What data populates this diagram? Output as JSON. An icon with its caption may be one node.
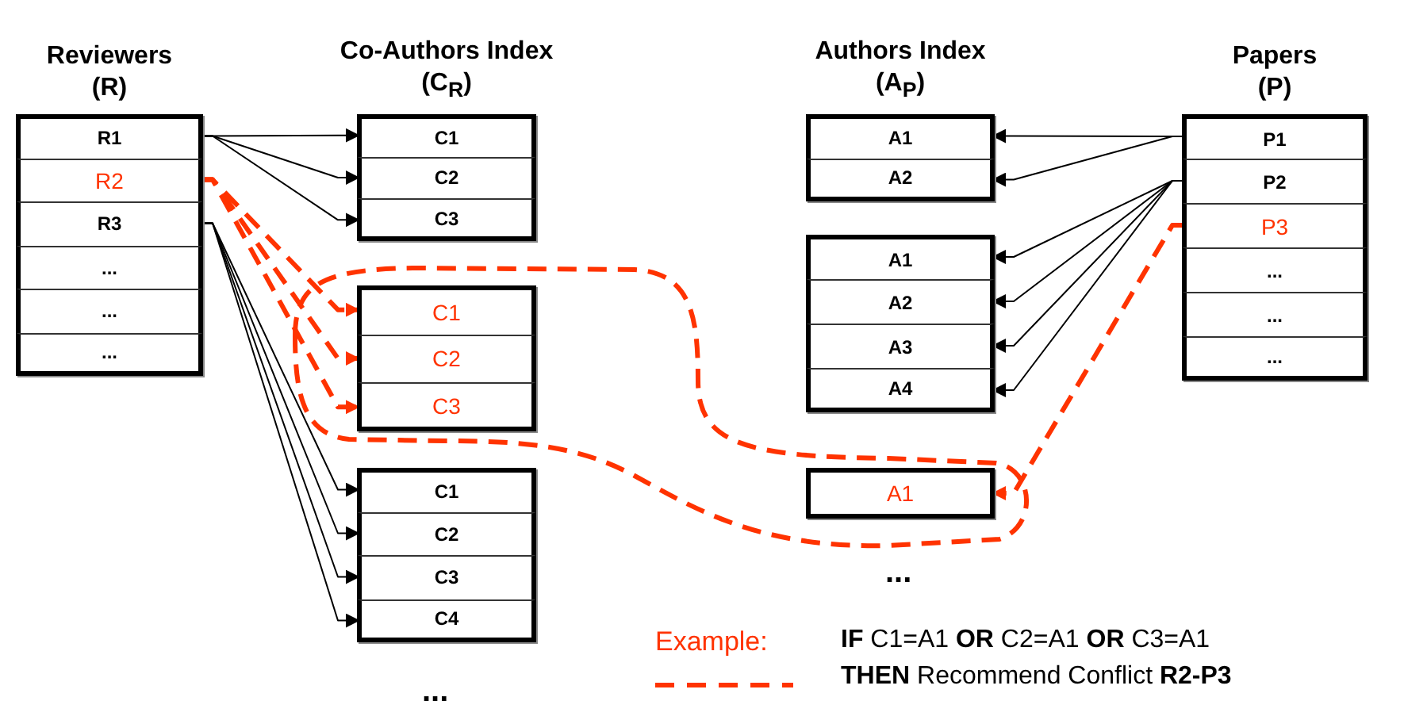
{
  "diagram": {
    "nodes": [
      {
        "text": [
          "Reviewers (R)"
        ]
      },
      {
        "text": [
          "R1"
        ],
        "in": 0
      },
      {
        "text": [
          "R2"
        ],
        "in": 0
      },
      {
        "text": [
          "R3"
        ],
        "in": 0
      },
      {
        "text": [
          "..."
        ],
        "in": 0
      },
      {
        "text": [
          "..."
        ],
        "in": 0
      },
      {
        "text": [
          "..."
        ],
        "in": 0
      },
      {
        "text": [
          "Co-Authors Index (C$_{R}$)"
        ]
      },
      {
        "text": [
          "C1"
        ],
        "in": 7
      },
      {
        "text": [
          "C2"
        ],
        "in": 7
      },
      {
        "text": [
          "C3"
        ],
        "in": 7
      },
      {
        "text": [],
        "shape": "box"
      },
      {
        "text": [
          "C1"
        ],
        "in": 11
      },
      {
        "text": [
          "C2"
        ],
        "in": 11
      },
      {
        "text": [
          "C3"
        ],
        "in": 11
      },
      {
        "text": [],
        "shape": "box"
      },
      {
        "text": [
          "C1"
        ],
        "in": 15
      },
      {
        "text": [
          "C2"
        ],
        "in": 15
      },
      {
        "text": [
          "C3"
        ],
        "in": 15
      },
      {
        "text": [
          "C4"
        ],
        "in": 15
      },
      {
        "text": [
          "Authors Index (A$_{P}$)"
        ]
      },
      {
        "text": [
          "A1"
        ],
        "in": 20
      },
      {
        "text": [
          "A2"
        ],
        "in": 20
      },
      {
        "text": [],
        "shape": "box"
      },
      {
        "text": [
          "A1"
        ],
        "in": 23
      },
      {
        "text": [
          "A2"
        ],
        "in": 23
      },
      {
        "text": [
          "A3"
        ],
        "in": 23
      },
      {
        "text": [
          "A4"
        ],
        "in": 23
      },
      {
        "text": [],
        "shape": "box"
      },
      {
        "text": [
          "A1"
        ],
        "in": 28
      },
      {
        "text": [
          "Papers (P)"
        ]
      },
      {
        "text": [
          "P1"
        ],
        "in": 30
      },
      {
        "text": [
          "P2"
        ],
        "in": 30
      },
      {
        "text": [
          "P3"
        ],
        "in": 30
      },
      {
        "text": [
          "..."
        ],
        "in": 30
      },
      {
        "text": [
          "..."
        ],
        "in": 30
      },
      {
        "text": [
          "..."
        ],
        "in": 30
      }
    ],
    "edges": [
      {
        "from": 1,
        "to": 8,
        "arrow": "to"
      },
      {
        "from": 1,
        "to": 9,
        "arrow": "to"
      },
      {
        "from": 1,
        "to": 10,
        "arrow": "to"
      },
      {
        "from": 2,
        "to": 12,
        "arrow": "to",
        "style": "dashed",
        "color": "#ff3300"
      },
      {
        "from": 2,
        "to": 13,
        "arrow": "to",
        "style": "dashed",
        "color": "#ff3300"
      },
      {
        "from": 2,
        "to": 14,
        "arrow": "to",
        "style": "dashed",
        "color": "#ff3300"
      },
      {
        "from": 3,
        "to": 16,
        "arrow": "to"
      },
      {
        "from": 3,
        "to": 17,
        "arrow": "to"
      },
      {
        "from": 3,
        "to": 18,
        "arrow": "to"
      },
      {
        "from": 3,
        "to": 19,
        "arrow": "to"
      },
      {
        "from": 31,
        "to": 21,
        "arrow": "to"
      },
      {
        "from": 31,
        "to": 22,
        "arrow": "to"
      },
      {
        "from": 32,
        "to": 24,
        "arrow": "to"
      },
      {
        "from": 32,
        "to": 25,
        "arrow": "to"
      },
      {
        "from": 32,
        "to": 26,
        "arrow": "to"
      },
      {
        "from": 32,
        "to": 27,
        "arrow": "to"
      },
      {
        "from": 33,
        "to": 29,
        "arrow": "to",
        "style": "dashed",
        "color": "#ff3300"
      }
    ],
    "labels": [
      "...",
      "...",
      "Example:"
    ],
    "legend": [
      {
        "text": "**IF** C1=A1 **OR** C2=A1 **OR** C3=A1 **THEN** Recommend Conflict **R2-P3**"
      }
    ]
  }
}
